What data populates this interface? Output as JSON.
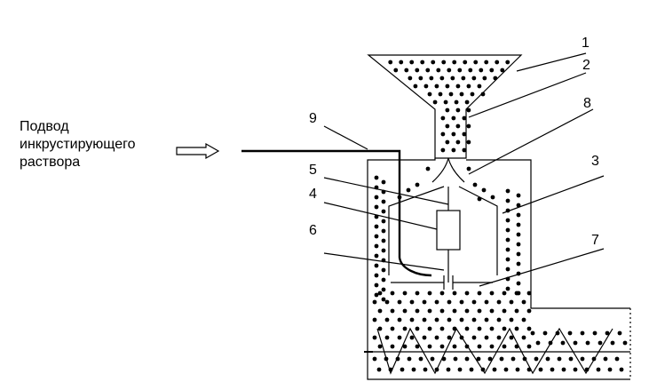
{
  "inlet_label": {
    "lines": [
      "Подвод",
      "инкрустирующего",
      "раствора"
    ]
  },
  "callouts": {
    "c1": "1",
    "c2": "2",
    "c3": "3",
    "c4": "4",
    "c5": "5",
    "c6": "6",
    "c7": "7",
    "c8": "8",
    "c9": "9"
  },
  "colors": {
    "ink": "#000000",
    "background": "#ffffff"
  }
}
